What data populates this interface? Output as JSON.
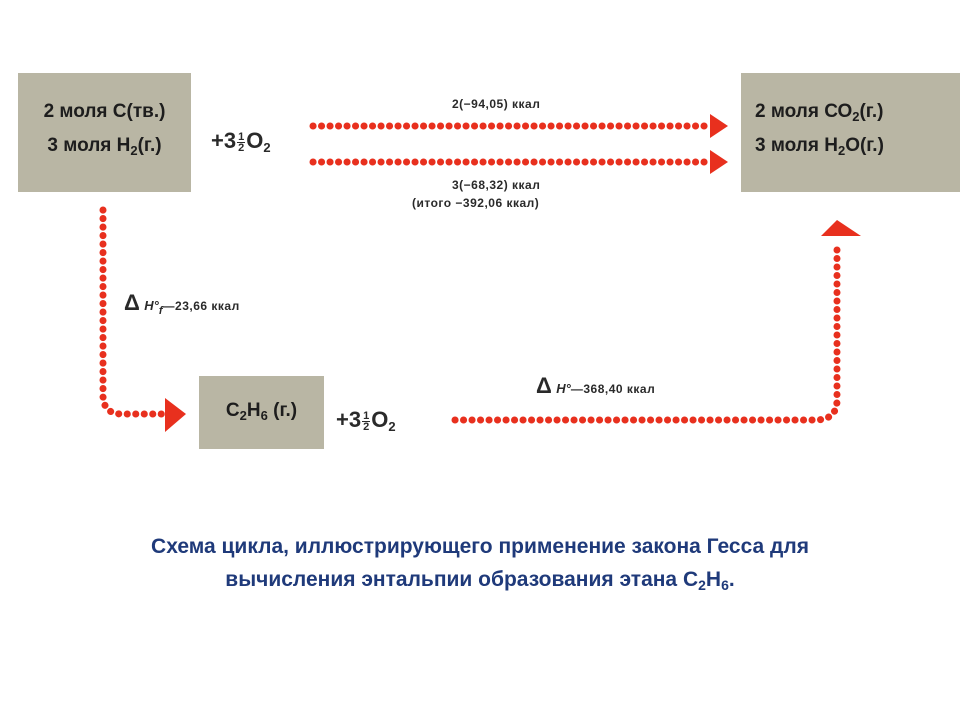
{
  "reactant_box": {
    "line1": "2 моля С(тв.)",
    "line2_pre": "3 моля Н",
    "line2_sub": "2",
    "line2_post": "(г.)"
  },
  "product_box": {
    "line1_pre": "2 моля СО",
    "line1_sub": "2",
    "line1_post": "(г.)",
    "line2_pre": "3 моля Н",
    "line2_sub": "2",
    "line2_post": "О(г.)"
  },
  "ethane_box": {
    "c": "С",
    "c_sub": "2",
    "h": "Н",
    "h_sub": "6",
    "state": " (г.)"
  },
  "oxygen_term": {
    "prefix": "+3",
    "frac_num": "1",
    "frac_den": "2",
    "o": "О",
    "o_sub": "2"
  },
  "labels": {
    "top_arrow": "2(−94,05) ккал",
    "bottom_arrow": "3(−68,32) ккал",
    "total": "(итого −392,06 ккал)",
    "delta_f_symbol": "Δ",
    "delta_f_h": "H°",
    "delta_f_sub": "f",
    "delta_f_value": "—23,66 ккал",
    "delta_comb_symbol": "Δ",
    "delta_comb_h": "H°",
    "delta_comb_value": "—368,40 ккал"
  },
  "caption": {
    "line1": "Схема цикла, иллюстрирующего применение закона Гесса для",
    "line2_pre": "вычисления энтальпии образования этана С",
    "line2_sub1": "2",
    "line2_mid": "Н",
    "line2_sub2": "6",
    "line2_post": "."
  },
  "colors": {
    "arrow": "#e8301e",
    "box": "#b9b6a4",
    "caption": "#1f3a7a"
  }
}
